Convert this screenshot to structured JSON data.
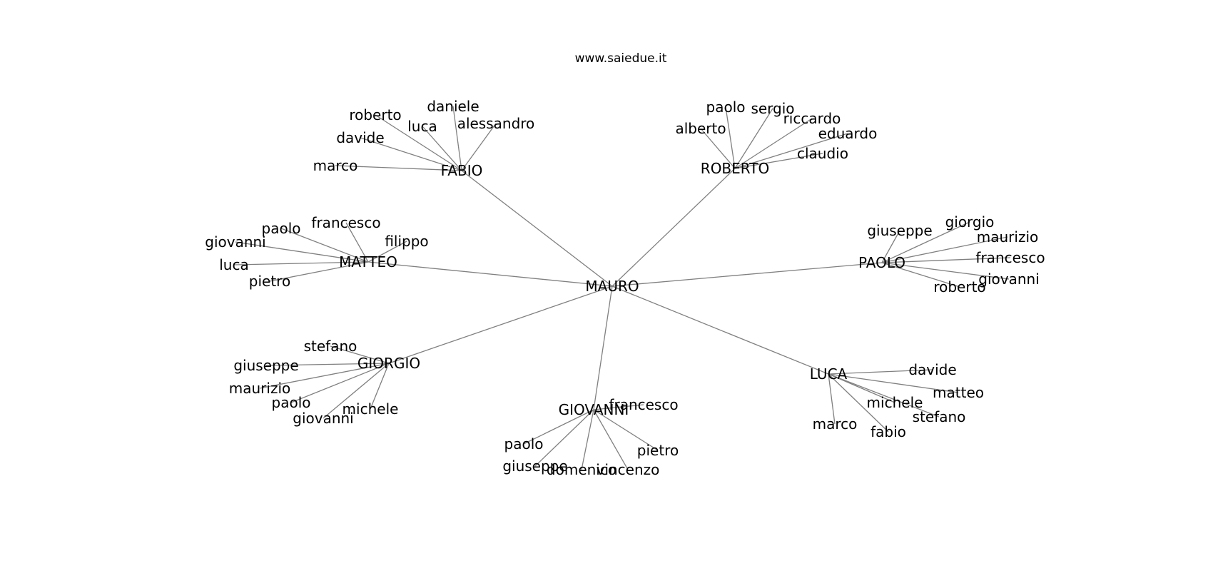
{
  "title": "www.saiedue.it",
  "edge_color": "#808080",
  "text_color": "#000000",
  "graph": {
    "root": "MAURO",
    "groups": [
      {
        "hub": "FABIO",
        "leaves": [
          "marco",
          "davide",
          "roberto",
          "luca",
          "daniele",
          "alessandro"
        ]
      },
      {
        "hub": "ROBERTO",
        "leaves": [
          "alberto",
          "paolo",
          "sergio",
          "riccardo",
          "eduardo",
          "claudio"
        ]
      },
      {
        "hub": "MATTEO",
        "leaves": [
          "giovanni",
          "paolo",
          "francesco",
          "filippo",
          "luca",
          "pietro"
        ]
      },
      {
        "hub": "PAOLO",
        "leaves": [
          "giuseppe",
          "giorgio",
          "maurizio",
          "francesco",
          "giovanni",
          "roberto"
        ]
      },
      {
        "hub": "GIORGIO",
        "leaves": [
          "stefano",
          "giuseppe",
          "maurizio",
          "paolo",
          "giovanni",
          "michele"
        ]
      },
      {
        "hub": "GIOVANNI",
        "leaves": [
          "francesco",
          "paolo",
          "giuseppe",
          "domenico",
          "vincenzo",
          "pietro"
        ]
      },
      {
        "hub": "LUCA",
        "leaves": [
          "davide",
          "matteo",
          "michele",
          "stefano",
          "marco",
          "fabio"
        ]
      }
    ]
  }
}
